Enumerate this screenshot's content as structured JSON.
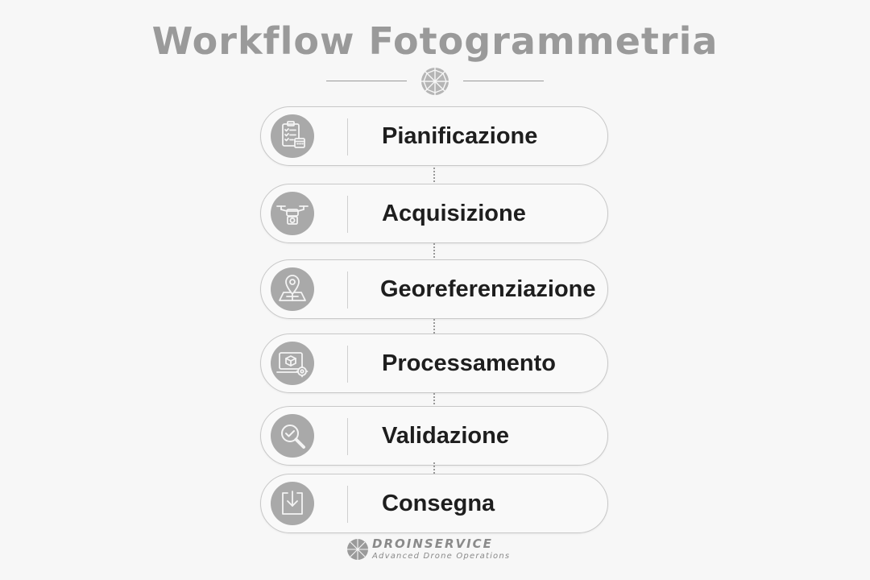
{
  "title": "Workflow Fotogrammetria",
  "steps": [
    {
      "label": "Pianificazione",
      "icon": "checklist-calendar-icon"
    },
    {
      "label": "Acquisizione",
      "icon": "drone-camera-icon"
    },
    {
      "label": "Georeferenziazione",
      "icon": "map-pin-icon"
    },
    {
      "label": "Processamento",
      "icon": "monitor-cube-gear-icon"
    },
    {
      "label": "Validazione",
      "icon": "magnifier-check-icon"
    },
    {
      "label": "Consegna",
      "icon": "download-tray-icon"
    }
  ],
  "footer": {
    "brand": "DROINSERVICE",
    "tagline": "Advanced Drone Operations"
  },
  "colors": {
    "title": "#9a9a9a",
    "icon_circle": "#a9a9a9",
    "border": "#c8c8c8",
    "label": "#1e1e1e"
  }
}
